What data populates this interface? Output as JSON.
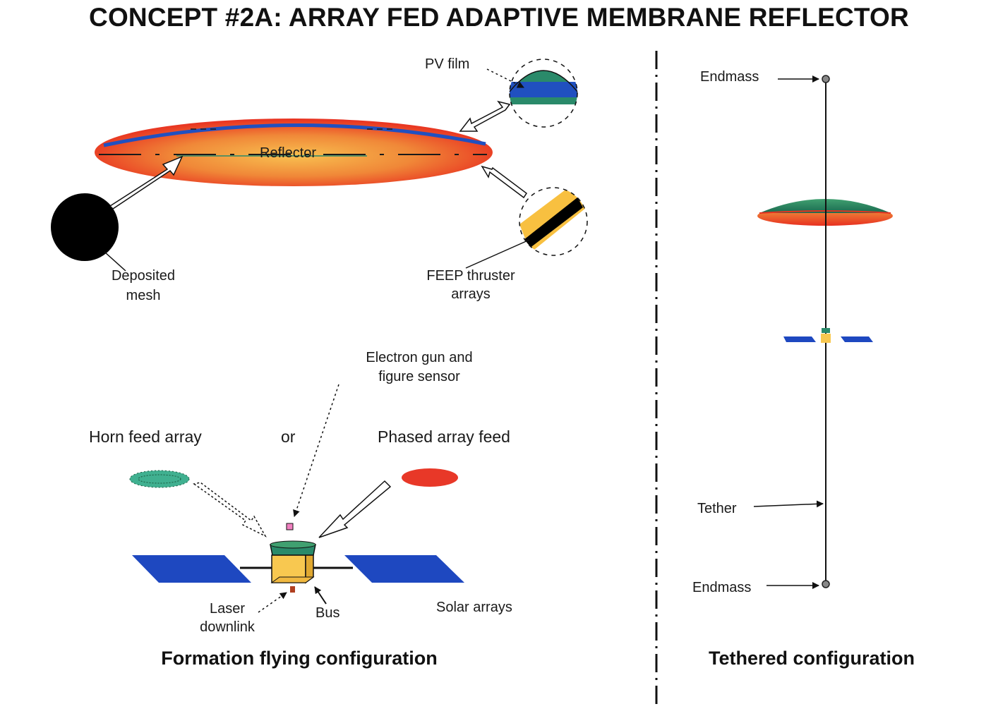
{
  "title": "CONCEPT #2A: ARRAY FED ADAPTIVE MEMBRANE REFLECTOR",
  "labels": {
    "pv_film": "PV film",
    "reflector": "Reflector",
    "deposited_mesh_l1": "Deposited",
    "deposited_mesh_l2": "mesh",
    "feep_l1": "FEEP thruster",
    "feep_l2": "arrays",
    "electron_gun_l1": "Electron gun and",
    "electron_gun_l2": "figure sensor",
    "horn_feed": "Horn feed array",
    "or": "or",
    "phased_feed": "Phased array feed",
    "laser_l1": "Laser",
    "laser_l2": "downlink",
    "bus": "Bus",
    "solar_arrays": "Solar arrays",
    "endmass_top": "Endmass",
    "tether": "Tether",
    "endmass_bottom": "Endmass"
  },
  "captions": {
    "formation": "Formation flying configuration",
    "tethered": "Tethered configuration"
  },
  "colors": {
    "reflector_core": "#f0a040",
    "reflector_edge": "#e83020",
    "pv_green": "#2a8a6a",
    "pv_blue": "#2050c0",
    "mesh_black": "#000000",
    "feep_yellow": "#f8c040",
    "solar_blue": "#1e48c0",
    "bus_yellow": "#f8c850",
    "phased_red": "#e83828",
    "horn_teal": "#40b090",
    "sensor_pink": "#f080c0"
  }
}
